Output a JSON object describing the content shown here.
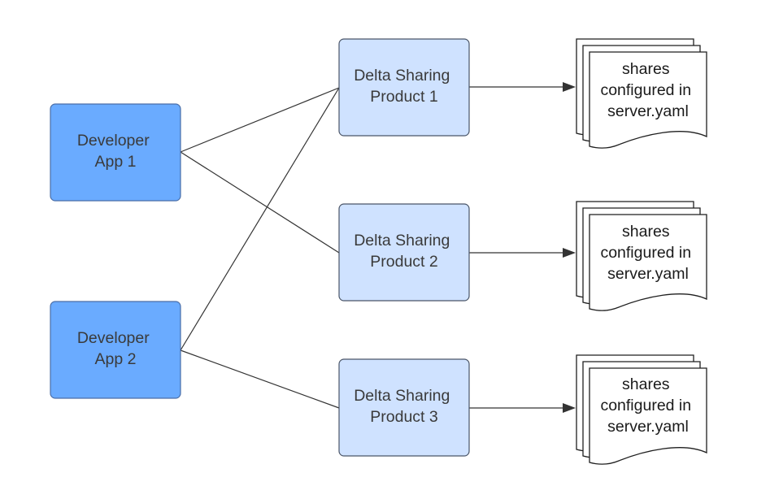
{
  "developers": [
    {
      "id": "dev1",
      "lines": [
        "Developer",
        "App 1"
      ]
    },
    {
      "id": "dev2",
      "lines": [
        "Developer",
        "App 2"
      ]
    }
  ],
  "products": [
    {
      "id": "prod1",
      "lines": [
        "Delta Sharing",
        "Product 1"
      ]
    },
    {
      "id": "prod2",
      "lines": [
        "Delta Sharing",
        "Product 2"
      ]
    },
    {
      "id": "prod3",
      "lines": [
        "Delta Sharing",
        "Product 3"
      ]
    }
  ],
  "documents": [
    {
      "id": "doc1",
      "lines": [
        "shares",
        "configured in",
        "server.yaml"
      ]
    },
    {
      "id": "doc2",
      "lines": [
        "shares",
        "configured in",
        "server.yaml"
      ]
    },
    {
      "id": "doc3",
      "lines": [
        "shares",
        "configured in",
        "server.yaml"
      ]
    }
  ],
  "connections": [
    {
      "from": "dev1",
      "to": "prod1"
    },
    {
      "from": "dev1",
      "to": "prod2"
    },
    {
      "from": "dev2",
      "to": "prod1"
    },
    {
      "from": "dev2",
      "to": "prod3"
    }
  ],
  "arrows": [
    {
      "from": "prod1",
      "to": "doc1"
    },
    {
      "from": "prod2",
      "to": "doc2"
    },
    {
      "from": "prod3",
      "to": "doc3"
    }
  ],
  "colors": {
    "developer_fill": "#6aabff",
    "product_fill": "#cfe2ff",
    "line": "#333333"
  }
}
